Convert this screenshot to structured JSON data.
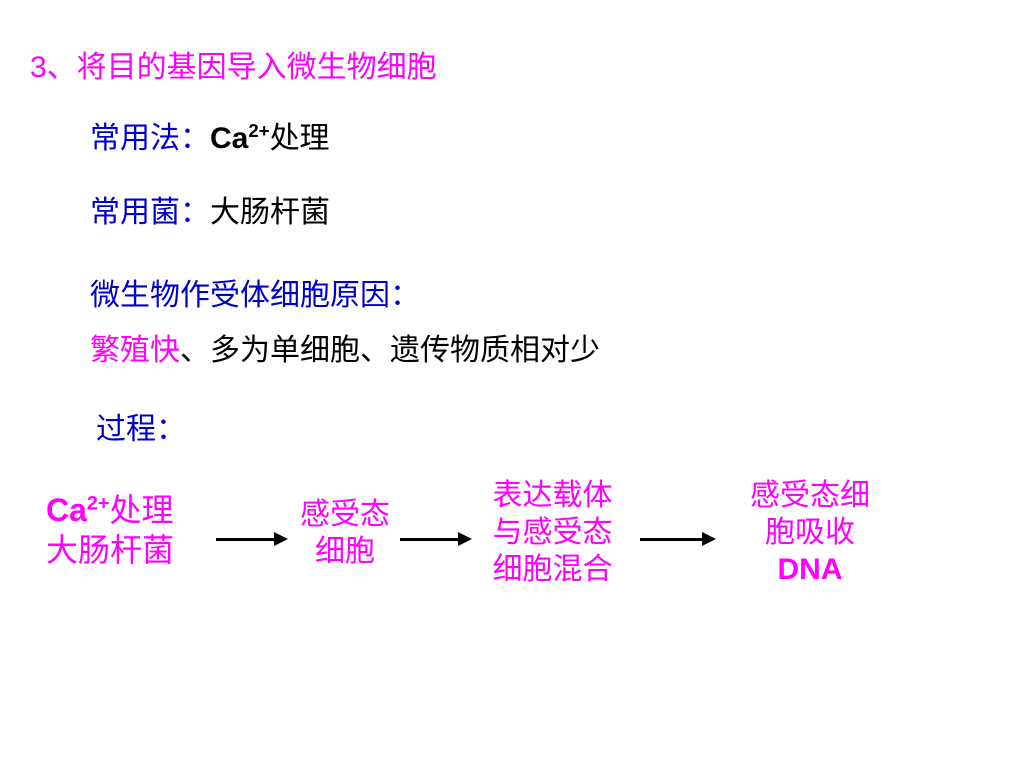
{
  "colors": {
    "heading": "#ff00ff",
    "label": "#0000cc",
    "body": "#000000",
    "highlight": "#ff00ff"
  },
  "heading": {
    "number": "3",
    "text": "、将目的基因导入微生物细胞"
  },
  "method": {
    "label": "常用法：",
    "ion": "Ca",
    "charge": "2+",
    "suffix": "处理"
  },
  "bacterium": {
    "label": "常用菌：",
    "value": "大肠杆菌"
  },
  "reason": {
    "label": "微生物作受体细胞原因：",
    "highlight": "繁殖快",
    "rest": "、多为单细胞、遗传物质相对少"
  },
  "process": {
    "label": "过程：",
    "steps": [
      {
        "ion": "Ca",
        "charge": "2+",
        "line1_suffix": "处理",
        "line2": "大肠杆菌"
      },
      {
        "line1": "感受态",
        "line2": "细胞"
      },
      {
        "line1": "表达载体",
        "line2": "与感受态",
        "line3": "细胞混合"
      },
      {
        "line1": "感受态细",
        "line2": "胞吸收",
        "line3": "DNA"
      }
    ]
  }
}
